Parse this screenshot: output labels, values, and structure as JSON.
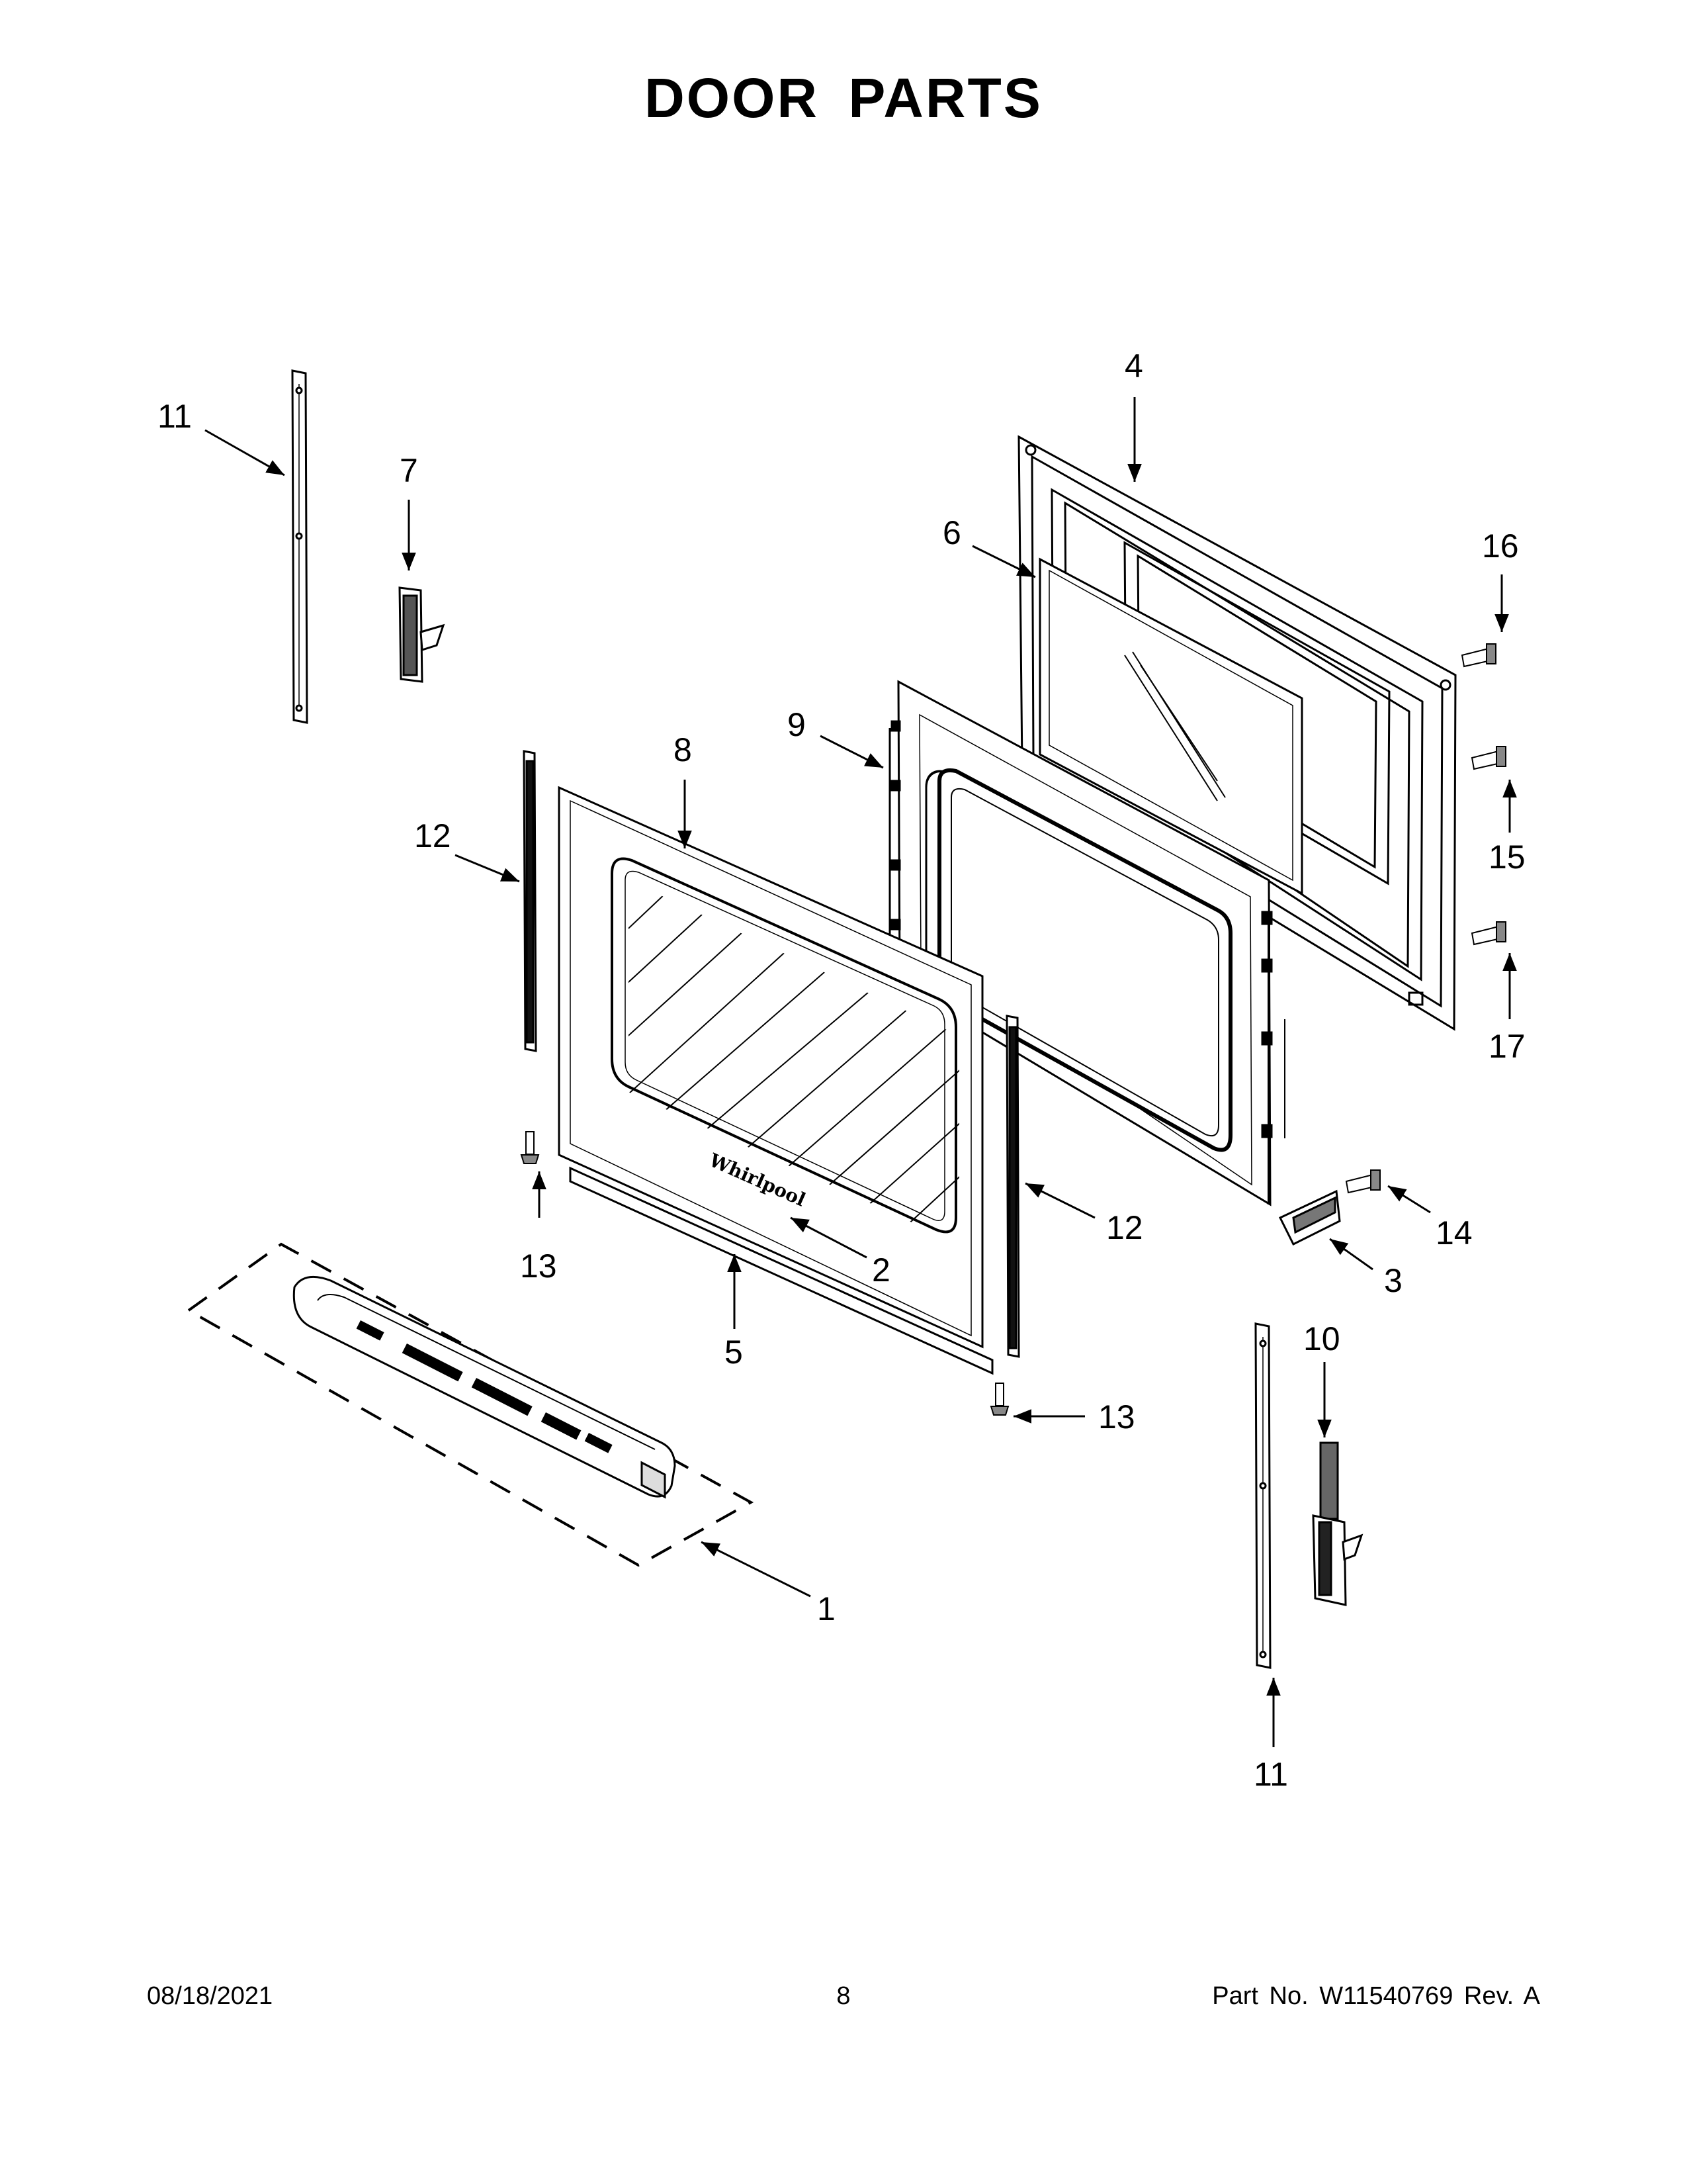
{
  "title": "DOOR PARTS",
  "logo_text": "Whirlpool",
  "footer": {
    "date": "08/18/2021",
    "page": "8",
    "part": "Part No.  W11540769  Rev.  A"
  },
  "callouts": {
    "c1": "1",
    "c2": "2",
    "c3": "3",
    "c4": "4",
    "c5": "5",
    "c6": "6",
    "c7": "7",
    "c8": "8",
    "c9": "9",
    "c10": "10",
    "c11a": "11",
    "c11b": "11",
    "c12a": "12",
    "c12b": "12",
    "c13a": "13",
    "c13b": "13",
    "c14": "14",
    "c15": "15",
    "c16": "16",
    "c17": "17"
  }
}
